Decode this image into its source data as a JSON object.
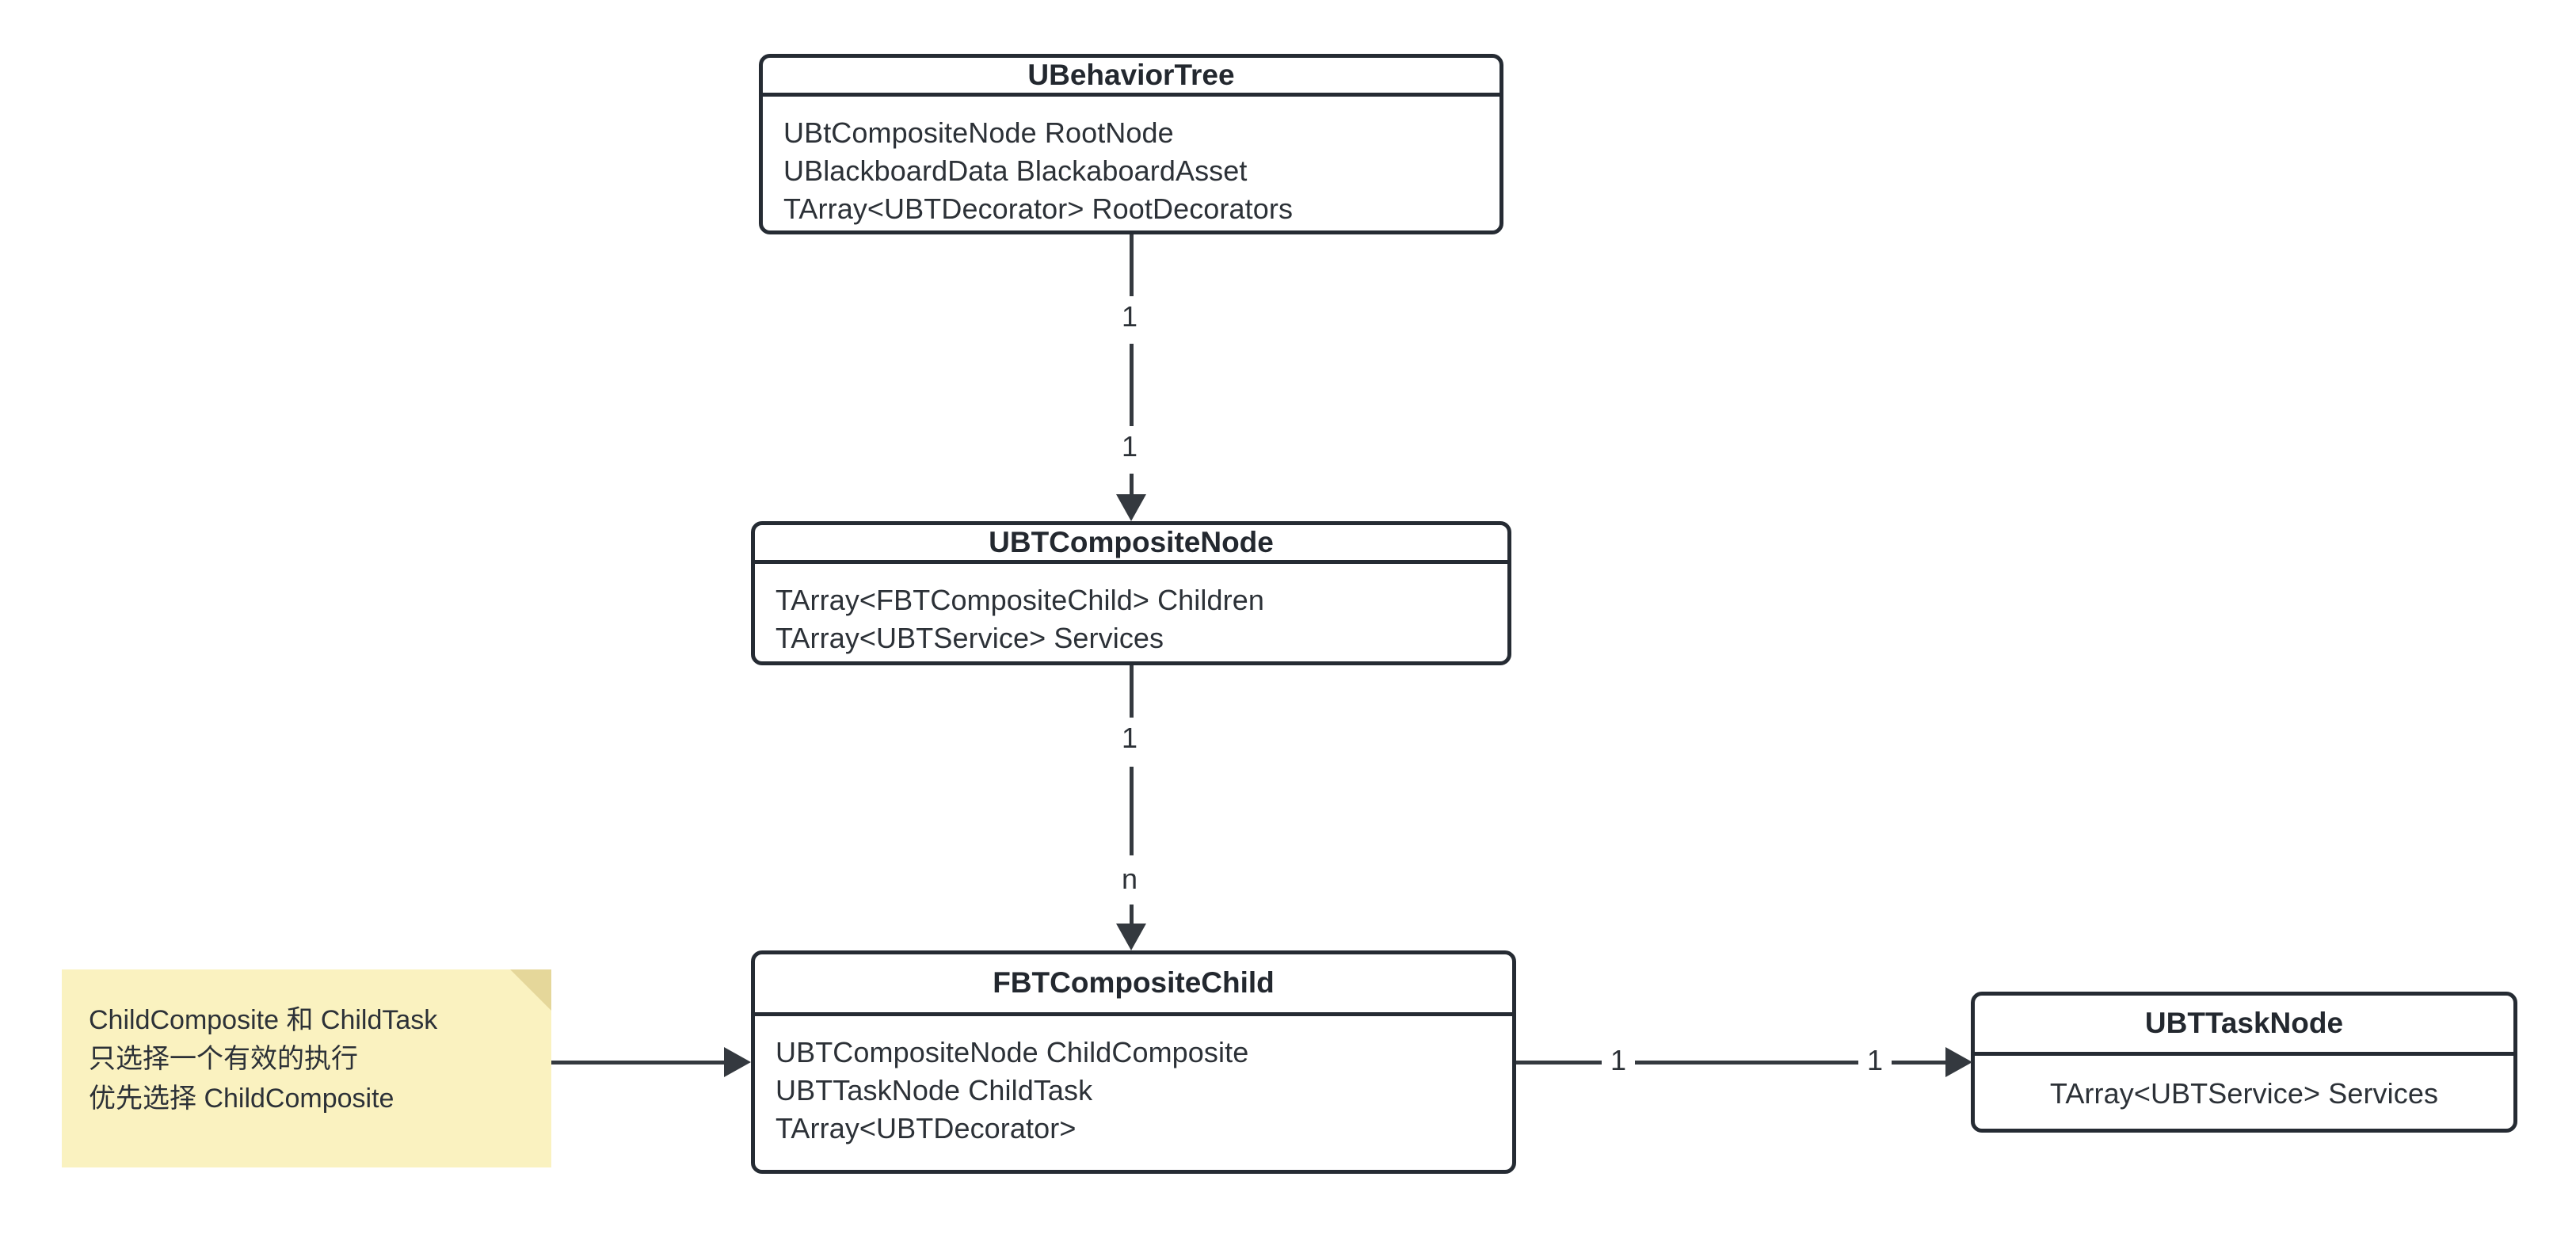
{
  "diagram": {
    "type": "uml-class-diagram",
    "background": "#ffffff",
    "line_color": "#34393f",
    "border_color": "#252b33",
    "note_color": "#faf2c0",
    "note_fold_color": "#e5d79a"
  },
  "classes": [
    {
      "id": "behaviortree",
      "title": "UBehaviorTree",
      "attributes": [
        "UBtCompositeNode RootNode",
        "UBlackboardData BlackaboardAsset",
        "TArray<UBTDecorator> RootDecorators"
      ]
    },
    {
      "id": "compositenode",
      "title": "UBTCompositeNode",
      "attributes": [
        "TArray<FBTCompositeChild> Children",
        "TArray<UBTService> Services"
      ]
    },
    {
      "id": "fbtchild",
      "title": "FBTCompositeChild",
      "attributes": [
        "UBTCompositeNode ChildComposite",
        "UBTTaskNode ChildTask",
        "TArray<UBTDecorator>"
      ]
    },
    {
      "id": "tasknode",
      "title": "UBTTaskNode",
      "attributes": [
        "TArray<UBTService> Services"
      ]
    }
  ],
  "connectors": [
    {
      "id": "behaviortree-to-compositenode",
      "from": "UBehaviorTree",
      "to": "UBTCompositeNode",
      "direction": "vertical",
      "source_multiplicity": "1",
      "target_multiplicity": "1",
      "arrow": "filled-triangle"
    },
    {
      "id": "compositenode-to-fbtchild",
      "from": "UBTCompositeNode",
      "to": "FBTCompositeChild",
      "direction": "vertical",
      "source_multiplicity": "1",
      "target_multiplicity": "n",
      "arrow": "filled-triangle"
    },
    {
      "id": "fbtchild-to-tasknode",
      "from": "FBTCompositeChild",
      "to": "UBTTaskNode",
      "direction": "horizontal",
      "source_multiplicity": "1",
      "target_multiplicity": "1",
      "arrow": "filled-triangle"
    },
    {
      "id": "note-to-fbtchild",
      "from": "note",
      "to": "FBTCompositeChild",
      "direction": "horizontal",
      "source_multiplicity": "",
      "target_multiplicity": "",
      "arrow": "filled-triangle"
    }
  ],
  "note": {
    "id": "childcomposite-note",
    "lines": [
      "ChildComposite 和 ChildTask",
      "只选择一个有效的执行",
      "优先选择 ChildComposite"
    ]
  }
}
